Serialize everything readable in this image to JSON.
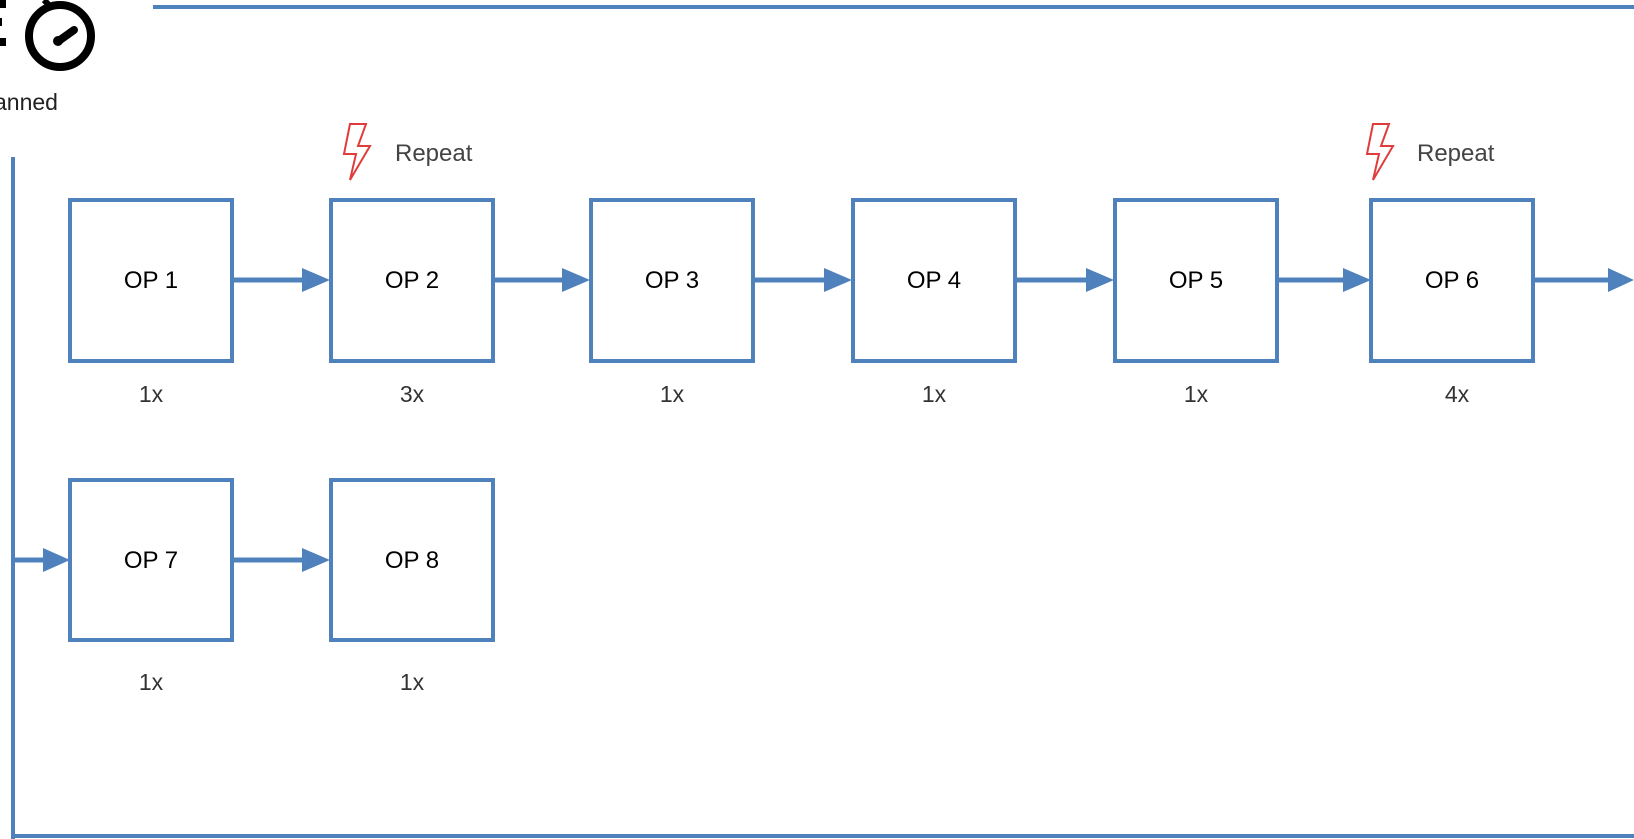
{
  "legend": {
    "label": "anned",
    "icon": "gauge-icon"
  },
  "colors": {
    "stroke": "#4f81bd",
    "repeat": "#e03c3c"
  },
  "operations": [
    {
      "id": "op1",
      "label": "OP 1",
      "count": "1x"
    },
    {
      "id": "op2",
      "label": "OP 2",
      "count": "3x",
      "repeat": "Repeat"
    },
    {
      "id": "op3",
      "label": "OP 3",
      "count": "1x"
    },
    {
      "id": "op4",
      "label": "OP 4",
      "count": "1x"
    },
    {
      "id": "op5",
      "label": "OP 5",
      "count": "1x"
    },
    {
      "id": "op6",
      "label": "OP 6",
      "count": "4x",
      "repeat": "Repeat"
    },
    {
      "id": "op7",
      "label": "OP 7",
      "count": "1x"
    },
    {
      "id": "op8",
      "label": "OP 8",
      "count": "1x"
    }
  ]
}
